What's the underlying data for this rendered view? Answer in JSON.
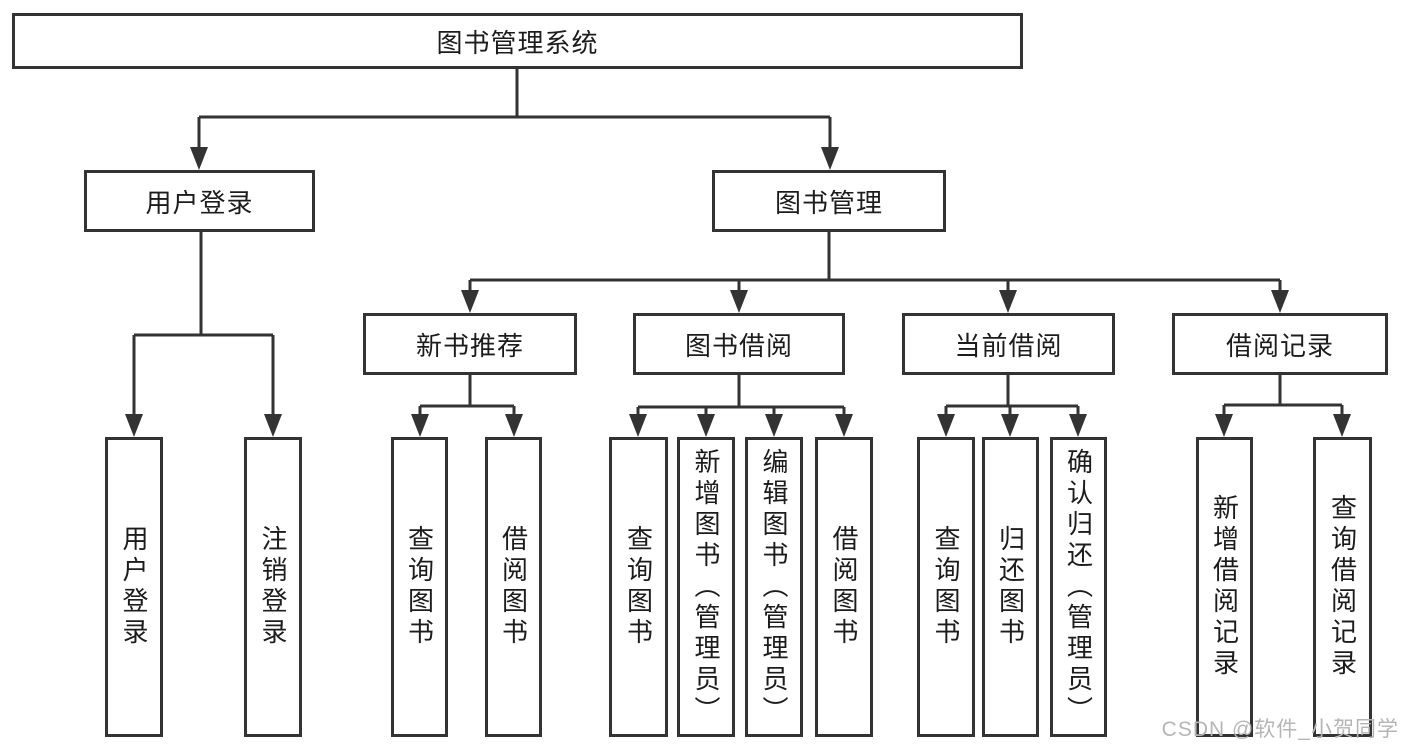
{
  "tree": {
    "root": {
      "label": "图书管理系统",
      "children": [
        {
          "label": "用户登录",
          "children": [
            {
              "label": "用户登录"
            },
            {
              "label": "注销登录"
            }
          ]
        },
        {
          "label": "图书管理",
          "children": [
            {
              "label": "新书推荐",
              "children": [
                {
                  "label": "查询图书"
                },
                {
                  "label": "借阅图书"
                }
              ]
            },
            {
              "label": "图书借阅",
              "children": [
                {
                  "label": "查询图书"
                },
                {
                  "label": "新增图书（管理员）"
                },
                {
                  "label": "编辑图书（管理员）"
                },
                {
                  "label": "借阅图书"
                }
              ]
            },
            {
              "label": "当前借阅",
              "children": [
                {
                  "label": "查询图书"
                },
                {
                  "label": "归还图书"
                },
                {
                  "label": "确认归还（管理员）"
                }
              ]
            },
            {
              "label": "借阅记录",
              "children": [
                {
                  "label": "新增借阅记录"
                },
                {
                  "label": "查询借阅记录"
                }
              ]
            }
          ]
        }
      ]
    }
  },
  "watermark": {
    "text": "CSDN @软件_小贺同学"
  },
  "colors": {
    "line": "#333333",
    "text": "#1c1c1c",
    "watermark": "#b5b5b5",
    "background": "#ffffff"
  }
}
